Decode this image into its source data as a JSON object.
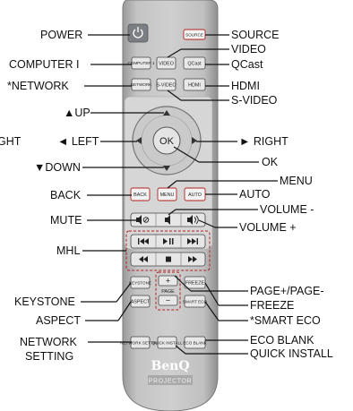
{
  "remote": {
    "brand": "BenQ",
    "sub_brand": "PROJECTOR",
    "colors": {
      "body": "#bdbdbd",
      "body_edge": "#8c8c8c",
      "panel": "#d4d4d4",
      "power": "#7b7f84",
      "accent_red": "#b32020"
    },
    "keys": {
      "source": "SOURCE",
      "computer": "COMPUTER 1",
      "video": "VIDEO",
      "qcast": "QCast",
      "network": "NETWORK",
      "svideo": "S-VIDEO",
      "hdmi": "HDMI",
      "ok": "OK",
      "back": "BACK",
      "menu": "MENU",
      "auto": "AUTO",
      "keystone": "KEYSTONE",
      "page": "PAGE",
      "page_plus": "+",
      "page_minus": "−",
      "freeze": "FREEZE",
      "aspect": "ASPECT",
      "smart_eco": "SMART ECO",
      "network_setting": "NETWORK SETTING",
      "quick_install": "QUICK INSTALL",
      "eco_blank": "ECO BLANK"
    },
    "icons": {
      "power": "power-icon",
      "up": "triangle-up-icon",
      "down": "triangle-down-icon",
      "left": "triangle-left-icon",
      "right": "triangle-right-icon",
      "mute": "speaker-muted-icon",
      "vol_down": "speaker-low-icon",
      "vol_up": "speaker-high-icon",
      "prev": "skip-back-icon",
      "play_pause": "play-pause-icon",
      "next": "skip-forward-icon",
      "rewind": "rewind-icon",
      "stop": "stop-icon",
      "fast_forward": "fast-forward-icon"
    }
  },
  "callouts": {
    "power": "POWER",
    "computer": "COMPUTER I",
    "network": "*NETWORK",
    "up": "▲UP",
    "right_cut": "GHT",
    "left": "◄ LEFT",
    "down": "▼DOWN",
    "back": "BACK",
    "mute": "MUTE",
    "mhl": "MHL",
    "keystone": "KEYSTONE",
    "aspect": "ASPECT",
    "network_setting_1": "NETWORK",
    "network_setting_2": "SETTING",
    "source": "SOURCE",
    "video": "VIDEO",
    "qcast": "QCast",
    "hdmi": "HDMI",
    "svideo": "S-VIDEO",
    "right": "► RIGHT",
    "ok": "OK",
    "menu": "MENU",
    "auto": "AUTO",
    "vol_down": "VOLUME -",
    "vol_up": "VOLUME +",
    "page": "PAGE+/PAGE-",
    "freeze": "FREEZE",
    "smart_eco": "*SMART ECO",
    "eco_blank": "ECO BLANK",
    "quick_install": "QUICK INSTALL"
  }
}
